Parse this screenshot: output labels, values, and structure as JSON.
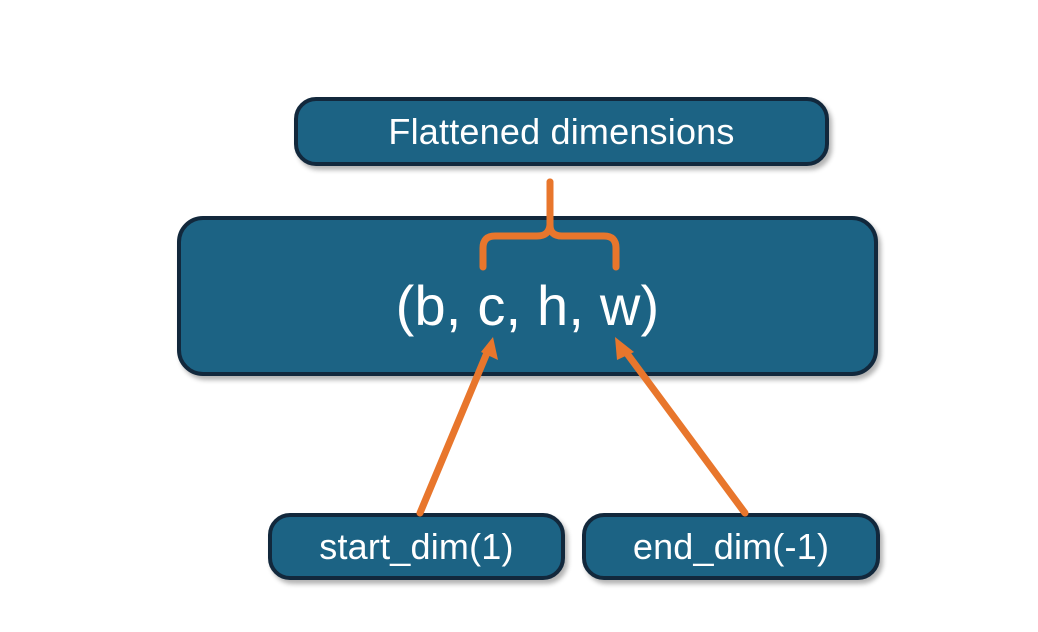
{
  "diagram": {
    "title": "torch.flatten dimension range diagram",
    "background_color": "#ffffff",
    "node_fill_color": "#1c6384",
    "node_border_color": "#12283c",
    "node_text_color": "#ffffff",
    "annotation_color": "#e8762c",
    "nodes": {
      "flattened": {
        "label": "Flattened dimensions"
      },
      "shape": {
        "label": "(b, c, h, w)"
      },
      "start_dim": {
        "label": "start_dim(1)"
      },
      "end_dim": {
        "label": "end_dim(-1)"
      }
    },
    "annotations": {
      "brace": {
        "name": "flattened-range-brace",
        "spans": "c, h, w"
      },
      "arrow_start": {
        "name": "start-dim-arrow",
        "points_to": "c"
      },
      "arrow_end": {
        "name": "end-dim-arrow",
        "points_to": "w"
      }
    }
  }
}
